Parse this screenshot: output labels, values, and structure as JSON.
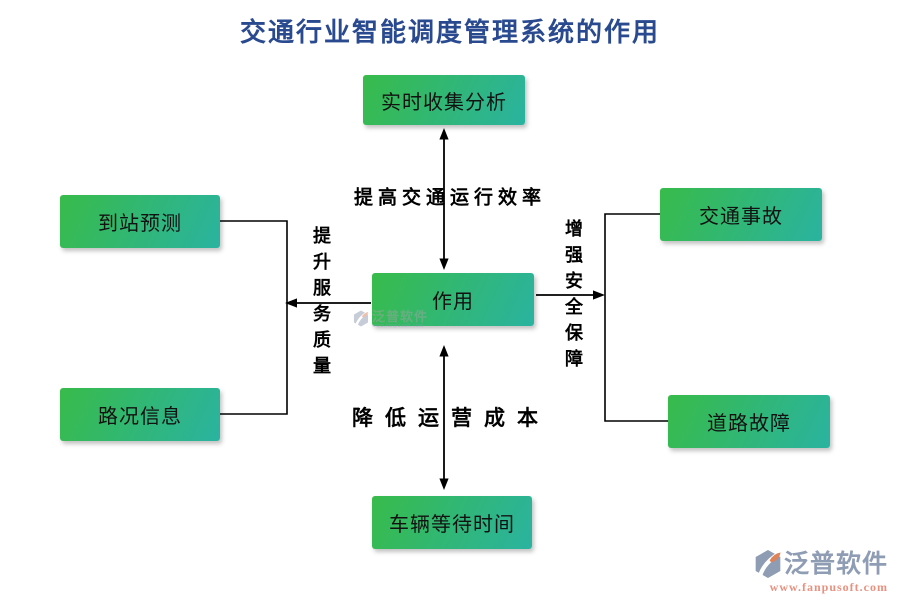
{
  "title": "交通行业智能调度管理系统的作用",
  "diagram": {
    "center_node": "作用",
    "top_node": "实时收集分析",
    "bottom_node": "车辆等待时间",
    "left_nodes": [
      "到站预测",
      "路况信息"
    ],
    "right_nodes": [
      "交通事故",
      "道路故障"
    ],
    "edge_labels": {
      "top": "提高交通运行效率",
      "bottom": "降低运营成本",
      "left": "提升服务质量",
      "right": "增强安全保障"
    }
  },
  "watermark": {
    "brand": "泛普软件",
    "sub": "www.fanpusoft.com"
  },
  "footer_logo": {
    "brand": "泛普软件",
    "url": "www.fanpusoft.com"
  },
  "colors": {
    "title": "#2a4a90",
    "node_gradient_start": "#38bb4a",
    "node_gradient_end": "#2ab3a0",
    "node_text": "#121212",
    "line": "#000000",
    "brand_text": "#8e9cb4",
    "brand_url": "#e79180",
    "brand_orange": "#de8257"
  }
}
